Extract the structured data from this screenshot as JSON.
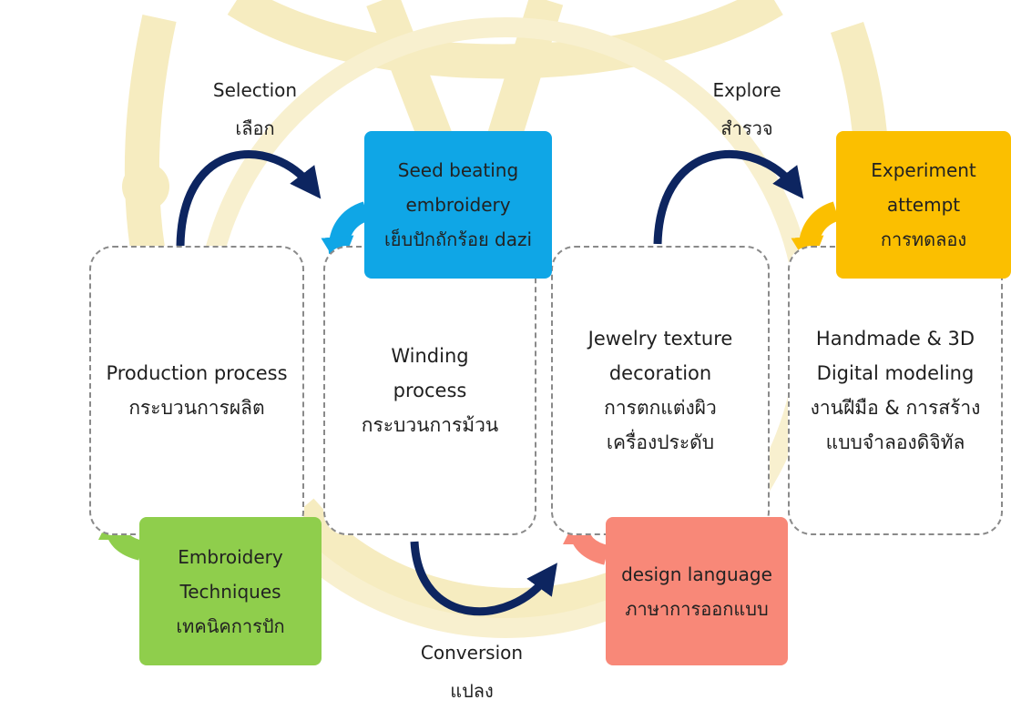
{
  "nodes": {
    "production": {
      "line1": "Production process",
      "line2": "กระบวนการผลิต"
    },
    "winding": {
      "line1": "Winding",
      "line2": "process",
      "line3": "กระบวนการม้วน"
    },
    "jewelry": {
      "line1": "Jewelry texture",
      "line2": "decoration",
      "line3": "การตกแต่งผิว",
      "line4": "เครื่องประดับ"
    },
    "handmade": {
      "line1": "Handmade & 3D",
      "line2": "Digital modeling",
      "line3": "งานฝีมือ & การสร้าง",
      "line4": "แบบจำลองดิจิทัล"
    }
  },
  "tags": {
    "seed": {
      "line1": "Seed beating",
      "line2": "embroidery",
      "line3": "เย็บปักถักร้อย dazi",
      "color": "#0fa6e6"
    },
    "experiment": {
      "line1": "Experiment",
      "line2": "attempt",
      "line3": "การทดลอง",
      "color": "#fbbf00"
    },
    "embroidery": {
      "line1": "Embroidery",
      "line2": "Techniques",
      "line3": "เทคนิคการปัก",
      "color": "#8fce4c"
    },
    "design": {
      "line1": "design language",
      "line2": "ภาษาการออกแบบ",
      "color": "#f88878"
    }
  },
  "labels": {
    "selection": {
      "en": "Selection",
      "th": "เลือก"
    },
    "explore": {
      "en": "Explore",
      "th": "สำรวจ"
    },
    "conversion": {
      "en": "Conversion",
      "th": "แปลง"
    }
  },
  "colors": {
    "arc_arrow": "#0d2560",
    "watermark": "#f5e8b0",
    "box_border": "#8a8a8a"
  }
}
